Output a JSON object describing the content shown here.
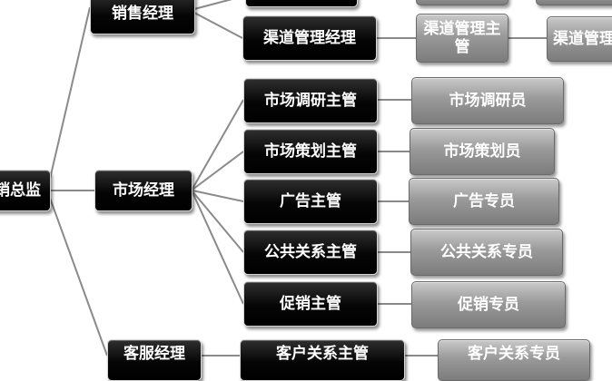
{
  "nodes": {
    "director": {
      "label": "销总监"
    },
    "sales_manager": {
      "label": "销售经理"
    },
    "channel_manager": {
      "label": "渠道管理经理"
    },
    "channel_supervisor": {
      "label_line1": "渠道管理主",
      "label_line2": "管"
    },
    "channel_staff": {
      "label": "渠道管理"
    },
    "marketing_manager": {
      "label": "市场经理"
    },
    "research_supervisor": {
      "label": "市场调研主管"
    },
    "research_staff": {
      "label": "市场调研员"
    },
    "planning_supervisor": {
      "label": "市场策划主管"
    },
    "planning_staff": {
      "label": "市场策划员"
    },
    "ad_supervisor": {
      "label": "广告主管"
    },
    "ad_staff": {
      "label": "广告专员"
    },
    "pr_supervisor": {
      "label": "公共关系主管"
    },
    "pr_staff": {
      "label": "公共关系专员"
    },
    "promo_supervisor": {
      "label": "促销主管"
    },
    "promo_staff": {
      "label": "促销专员"
    },
    "service_manager": {
      "label": "客服经理"
    },
    "customer_supervisor": {
      "label": "客户关系主管"
    },
    "customer_staff": {
      "label": "客户关系专员"
    }
  },
  "colors": {
    "dark_box": "#000000",
    "gray_box": "#8c8c8c",
    "connector": "#8a8a8a",
    "text": "#ffffff"
  }
}
